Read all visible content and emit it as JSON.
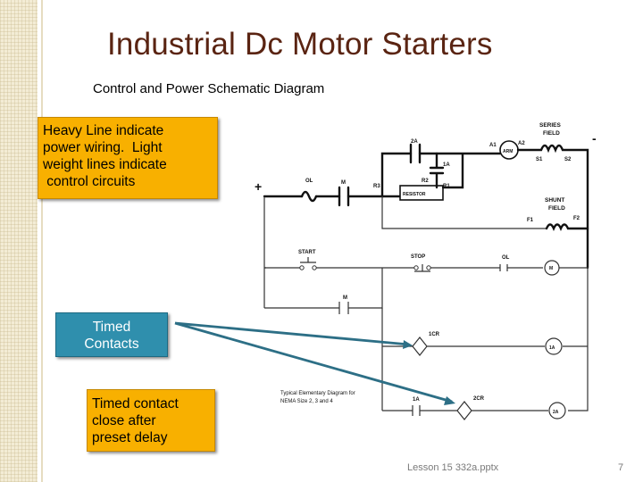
{
  "title": "Industrial Dc Motor Starters",
  "subtitle": "Control and Power Schematic Diagram",
  "callouts": {
    "heavy_line": "Heavy Line indicate\npower wiring.  Light\nweight lines indicate\n control circuits",
    "timed_contacts": "Timed\nContacts",
    "timed_contact_close": "Timed contact\nclose after\npreset delay"
  },
  "footer": {
    "file": "Lesson 15 332a.pptx",
    "page": "7"
  },
  "colors": {
    "title": "#5a2412",
    "callout_orange": "#f8b000",
    "callout_blue": "#2f8fad",
    "arrow": "#2d6f86"
  },
  "schematic": {
    "labels": {
      "series_field": "SERIES\nFIELD",
      "minus": "-",
      "plus": "+",
      "a1": "A1",
      "a2": "A2",
      "arm": "ARM",
      "s1": "S1",
      "s2": "S2",
      "twoa": "2A",
      "onea_top": "1A",
      "r2": "R2",
      "r1": "R1",
      "r3": "R3",
      "resistor": "RESISTOR",
      "ol_top": "OL",
      "m_top": "M",
      "shunt_field": "SHUNT\nFIELD",
      "f1": "F1",
      "f2": "F2",
      "start": "START",
      "stop": "STOP",
      "ol_ctrl": "OL",
      "m_coil": "M",
      "m_contact": "M",
      "onecr": "1CR",
      "onea_coil": "1A",
      "onea_contact": "1A",
      "twocr": "2CR",
      "twoa_coil": "2A",
      "caption": "Typical Elementary Diagram for\nNEMA Size 2, 3 and 4"
    }
  }
}
